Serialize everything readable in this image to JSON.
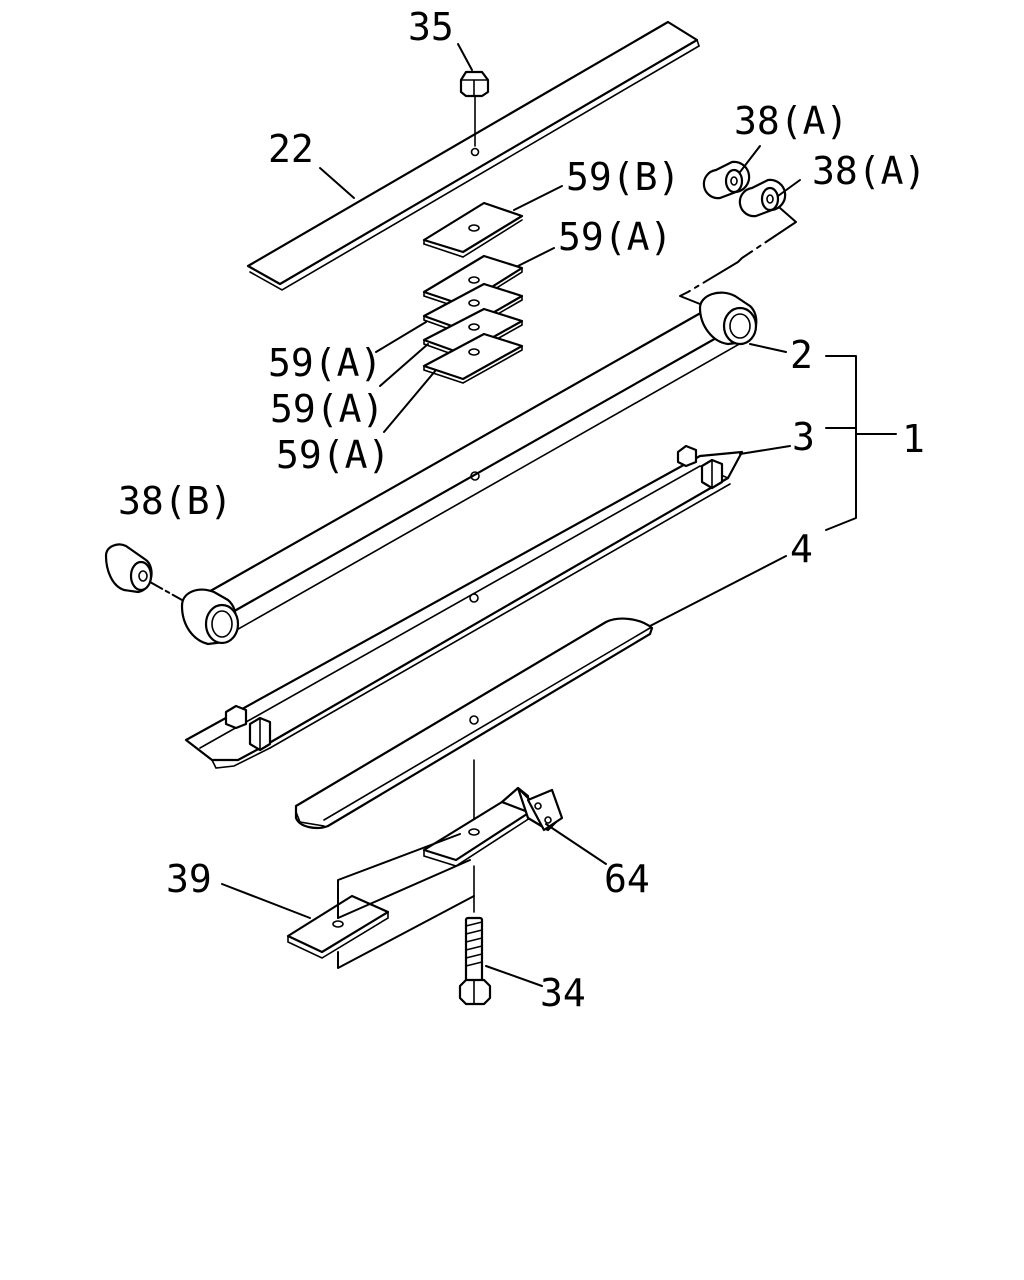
{
  "callouts": {
    "c35": "35",
    "c22": "22",
    "c38a_1": "38(A)",
    "c38a_2": "38(A)",
    "c59b": "59(B)",
    "c59a_1": "59(A)",
    "c59a_2": "59(A)",
    "c59a_3": "59(A)",
    "c59a_4": "59(A)",
    "c2": "2",
    "c3": "3",
    "c1": "1",
    "c4": "4",
    "c38b": "38(B)",
    "c39": "39",
    "c64": "64",
    "c34": "34"
  },
  "parts": [
    {
      "id": "35",
      "icon": "hex-nut-icon"
    },
    {
      "id": "22",
      "icon": "flat-bar-icon"
    },
    {
      "id": "38(A)",
      "icon": "bushing-icon"
    },
    {
      "id": "38(B)",
      "icon": "bushing-icon"
    },
    {
      "id": "59(B)",
      "icon": "spacer-plate-icon"
    },
    {
      "id": "59(A)",
      "icon": "spacer-plate-icon"
    },
    {
      "id": "2",
      "icon": "main-leaf-icon"
    },
    {
      "id": "3",
      "icon": "second-leaf-icon"
    },
    {
      "id": "4",
      "icon": "tapered-leaf-icon"
    },
    {
      "id": "64",
      "icon": "bracket-icon"
    },
    {
      "id": "39",
      "icon": "plate-icon"
    },
    {
      "id": "34",
      "icon": "bolt-icon"
    }
  ]
}
